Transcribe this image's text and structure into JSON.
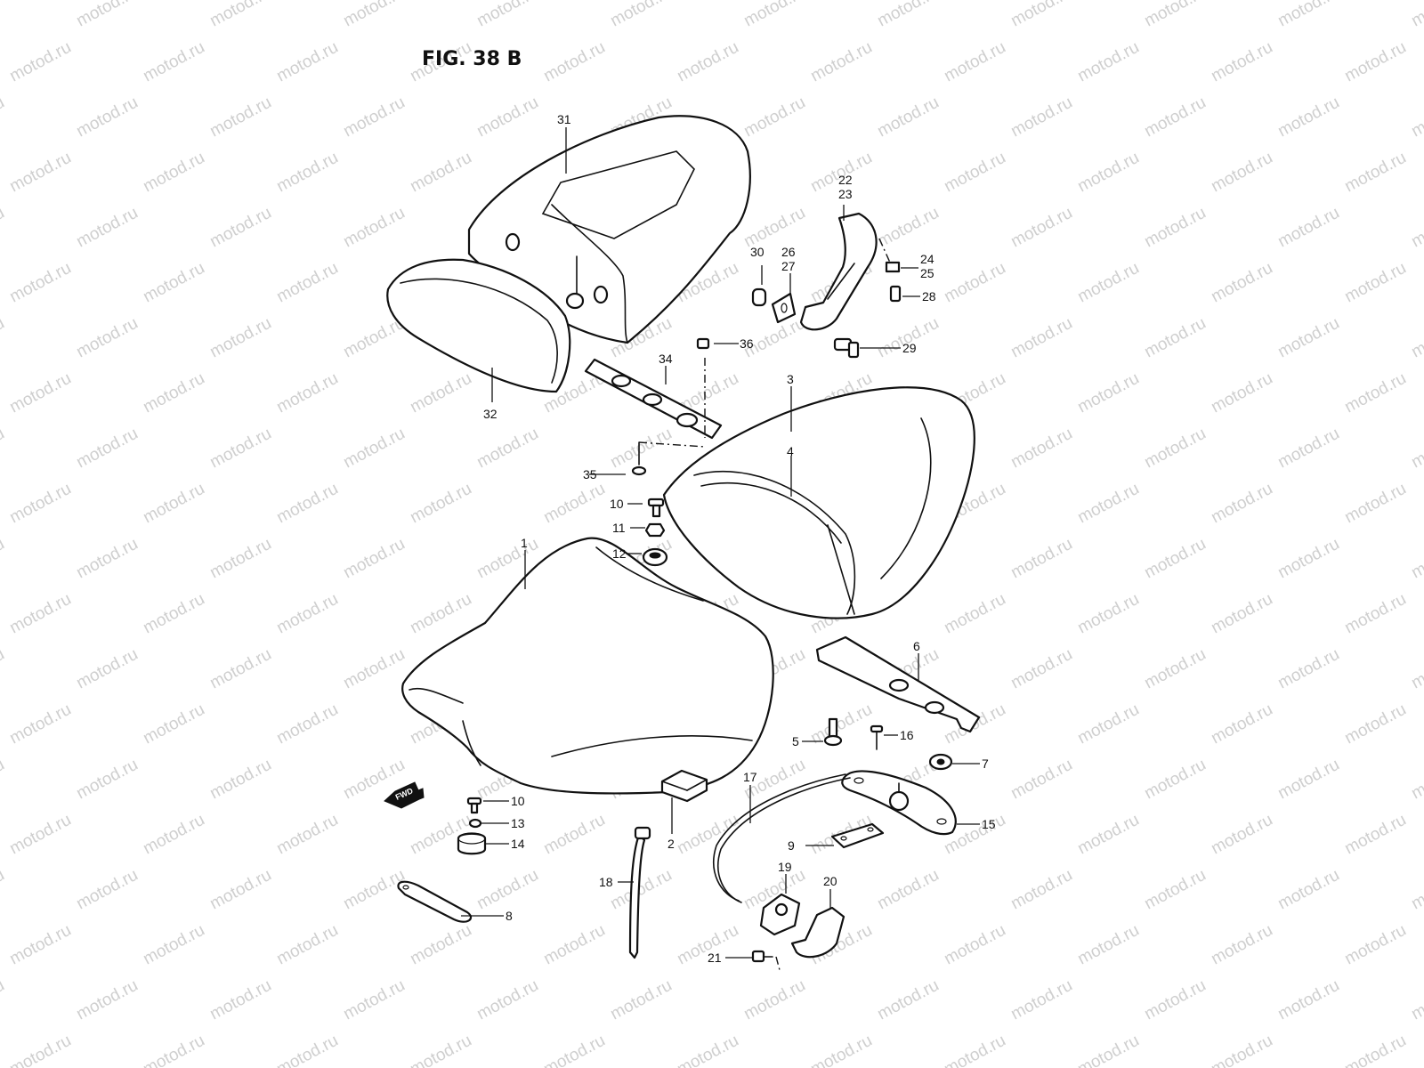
{
  "figure_title": "FIG. 38 B",
  "watermark": "motod.ru",
  "fwd_label": "FWD",
  "callouts": {
    "c1": "1",
    "c2": "2",
    "c3": "3",
    "c4": "4",
    "c5": "5",
    "c6": "6",
    "c7": "7",
    "c8": "8",
    "c9": "9",
    "c10a": "10",
    "c10b": "10",
    "c11": "11",
    "c12": "12",
    "c13": "13",
    "c14": "14",
    "c15": "15",
    "c16": "16",
    "c17": "17",
    "c18": "18",
    "c19": "19",
    "c20": "20",
    "c21": "21",
    "c22": "22",
    "c23": "23",
    "c24": "24",
    "c25": "25",
    "c26": "26",
    "c27": "27",
    "c28": "28",
    "c29": "29",
    "c30": "30",
    "c31": "31",
    "c32": "32",
    "c34": "34",
    "c35": "35",
    "c36": "36"
  },
  "colors": {
    "ink": "#111111",
    "watermark": "#cfcfcf",
    "paper": "#ffffff"
  }
}
